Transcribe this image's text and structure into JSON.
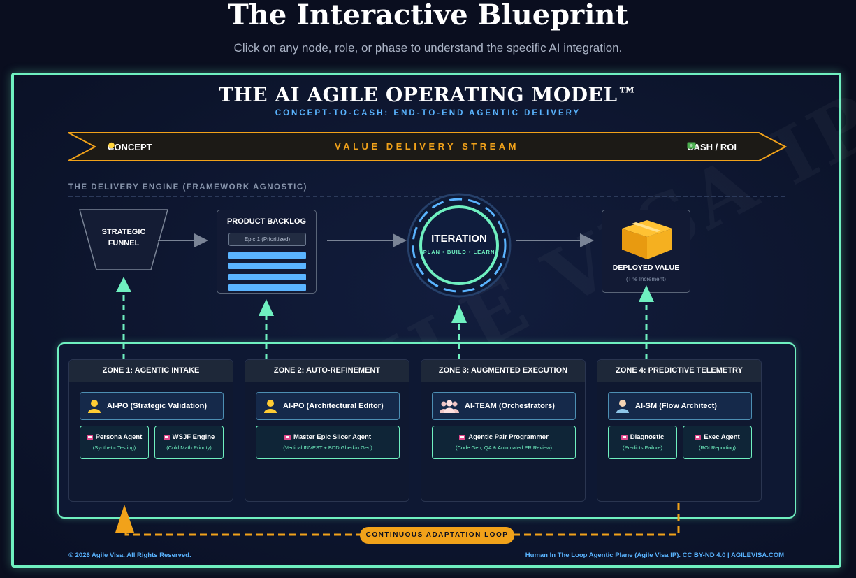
{
  "header": {
    "title": "The Interactive Blueprint",
    "subtitle": "Click on any node, role, or phase to understand the specific AI integration."
  },
  "model": {
    "title": "THE AI AGILE OPERATING MODEL™",
    "subtitle": "CONCEPT-TO-CASH: END-TO-END AGENTIC DELIVERY"
  },
  "stream": {
    "start_label": "CONCEPT",
    "start_icon": "lightbulb-icon",
    "center_label": "VALUE DELIVERY STREAM",
    "end_label": "CASH / ROI",
    "end_icon": "money-icon",
    "color": "#f1a21a"
  },
  "engine": {
    "label": "THE DELIVERY ENGINE (FRAMEWORK AGNOSTIC)",
    "funnel": {
      "label_line1": "STRATEGIC",
      "label_line2": "FUNNEL"
    },
    "backlog": {
      "title": "PRODUCT BACKLOG",
      "epic": "Epic 1 (Prioritized)"
    },
    "iteration": {
      "title": "ITERATION",
      "subtitle": "PLAN • BUILD • LEARN"
    },
    "deployed": {
      "title": "DEPLOYED VALUE",
      "subtitle": "(The Increment)",
      "icon": "package-box-icon"
    }
  },
  "watermark": "AGILE VISA IP",
  "zones": [
    {
      "title": "ZONE 1: AGENTIC INTAKE",
      "role": "AI-PO (Strategic Validation)",
      "role_icon": "person-yellow-icon",
      "agents": [
        {
          "title": "Persona Agent",
          "sub": "(Synthetic Testing)"
        },
        {
          "title": "WSJF Engine",
          "sub": "(Cold Math Priority)"
        }
      ]
    },
    {
      "title": "ZONE 2: AUTO-REFINEMENT",
      "role": "AI-PO (Architectural Editor)",
      "role_icon": "person-yellow-icon",
      "agents": [
        {
          "title": "Master Epic Slicer Agent",
          "sub": "(Vertical INVEST + BDD Gherkin Gen)"
        }
      ]
    },
    {
      "title": "ZONE 3: AUGMENTED EXECUTION",
      "role": "AI-TEAM (Orchestrators)",
      "role_icon": "group-icon",
      "agents": [
        {
          "title": "Agentic Pair Programmer",
          "sub": "(Code Gen, QA & Automated PR Review)"
        }
      ]
    },
    {
      "title": "ZONE 4: PREDICTIVE TELEMETRY",
      "role": "AI-SM (Flow Architect)",
      "role_icon": "person-blue-icon",
      "agents": [
        {
          "title": "Diagnostic",
          "sub": "(Predicts Failure)"
        },
        {
          "title": "Exec Agent",
          "sub": "(ROI Reporting)"
        }
      ]
    }
  ],
  "loop": {
    "label": "CONTINUOUS ADAPTATION LOOP",
    "color": "#f1a21a"
  },
  "footer": {
    "left": "© 2026 Agile Visa. All Rights Reserved.",
    "right": "Human In The Loop Agentic Plane (Agile Visa IP). CC BY-ND 4.0 | AGILEVISA.COM"
  },
  "colors": {
    "accent_mint": "#6ff0c0",
    "accent_blue": "#5ab4ff",
    "accent_orange": "#f1a21a",
    "background": "#0a0e1f"
  }
}
